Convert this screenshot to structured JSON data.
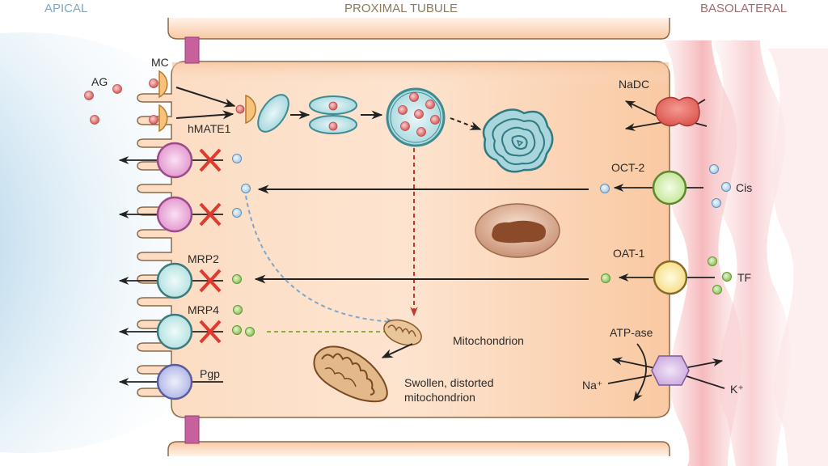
{
  "headers": {
    "apical": "APICAL",
    "center": "PROXIMAL TUBULE",
    "basolateral": "BASOLATERAL"
  },
  "colors": {
    "apical_header": "#7fa7c4",
    "center_header": "#8a7a5a",
    "basolateral_header": "#a46b6b",
    "cell_fill": "#fbd3b3",
    "membrane_stroke": "#8a6a4a",
    "tight_junction": "#c7619d",
    "block_x": "#e03a2e",
    "blue_dashed": "#7ea7cc",
    "red_dashed": "#c0392b",
    "green_dashed": "#8cb040"
  },
  "apical": {
    "ag_label": "AG",
    "mc_label": "MC",
    "hmate1_label": "hMATE1",
    "transporters": [
      {
        "id": "efflux-1",
        "type": "pink",
        "label": "",
        "blocked": true,
        "solute": "blue"
      },
      {
        "id": "efflux-2",
        "type": "pink",
        "label": "",
        "blocked": true,
        "solute": "blue"
      },
      {
        "id": "mrp2",
        "type": "teal",
        "label": "MRP2",
        "blocked": true,
        "solute": "green"
      },
      {
        "id": "mrp4",
        "type": "teal",
        "label": "MRP4",
        "blocked": true,
        "solute": "green"
      },
      {
        "id": "pgp",
        "type": "lavender",
        "label": "Pgp",
        "blocked": false,
        "solute": ""
      }
    ]
  },
  "basolateral": {
    "nadc_label": "NaDC",
    "oct2_label": "OCT-2",
    "cis_label": "Cis",
    "oat1_label": "OAT-1",
    "tf_label": "TF",
    "atpase_label": "ATP-ase",
    "na_label": "Na⁺",
    "k_label": "K⁺"
  },
  "cell": {
    "mitochondrion_label": "Mitochondrion",
    "swollen_label_line1": "Swollen, distorted",
    "swollen_label_line2": "mitochondrion"
  }
}
